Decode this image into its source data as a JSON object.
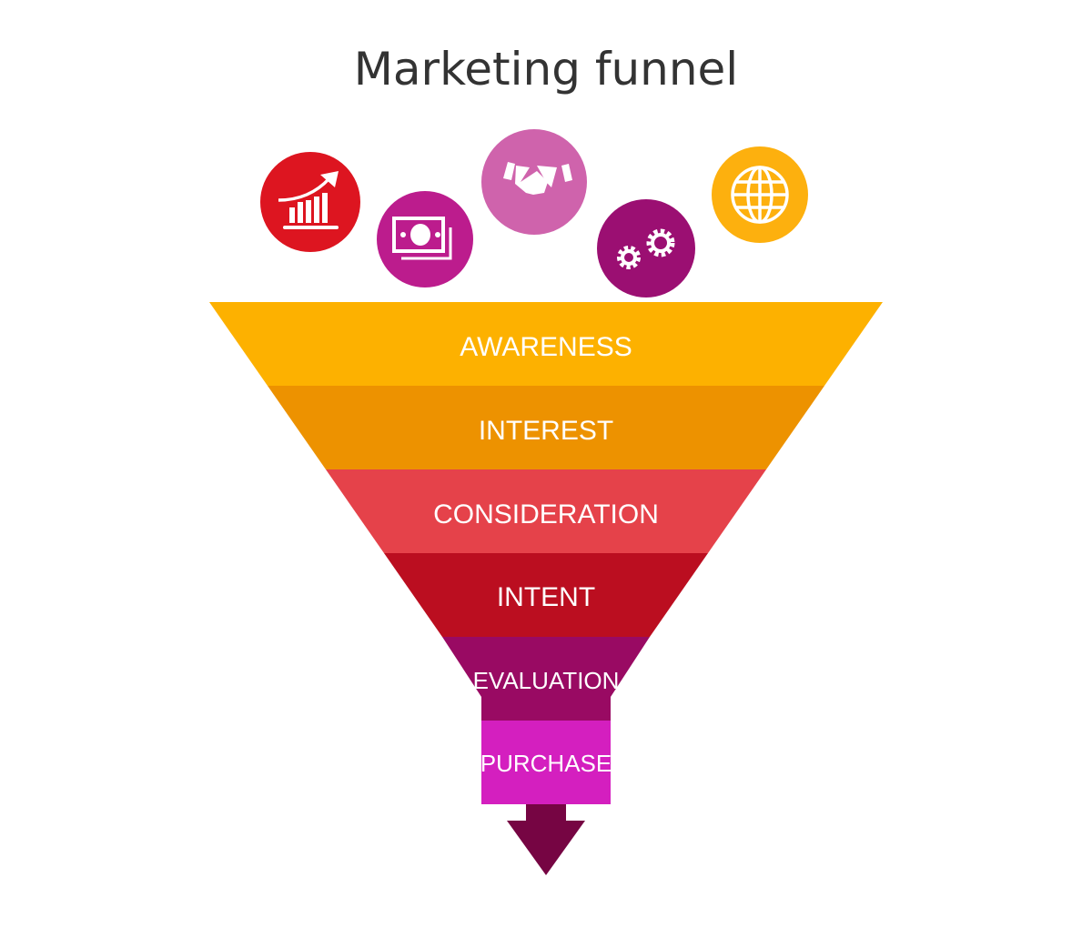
{
  "title": "Marketing funnel",
  "icons": [
    {
      "name": "growth-chart-icon",
      "color": "#DD1520"
    },
    {
      "name": "money-icon",
      "color": "#BC1C8D"
    },
    {
      "name": "handshake-icon",
      "color": "#CF63AC"
    },
    {
      "name": "gears-icon",
      "color": "#9B0F72"
    },
    {
      "name": "globe-icon",
      "color": "#FDB00E"
    }
  ],
  "stages": [
    {
      "label": "AWARENESS",
      "color": "#FDB100"
    },
    {
      "label": "INTEREST",
      "color": "#ED9200"
    },
    {
      "label": "CONSIDERATION",
      "color": "#E5424A"
    },
    {
      "label": "INTENT",
      "color": "#BB0E20"
    },
    {
      "label": "EVALUATION",
      "color": "#990A63"
    },
    {
      "label": "PURCHASE",
      "color": "#D41FBF"
    }
  ],
  "arrow_color": "#760543"
}
